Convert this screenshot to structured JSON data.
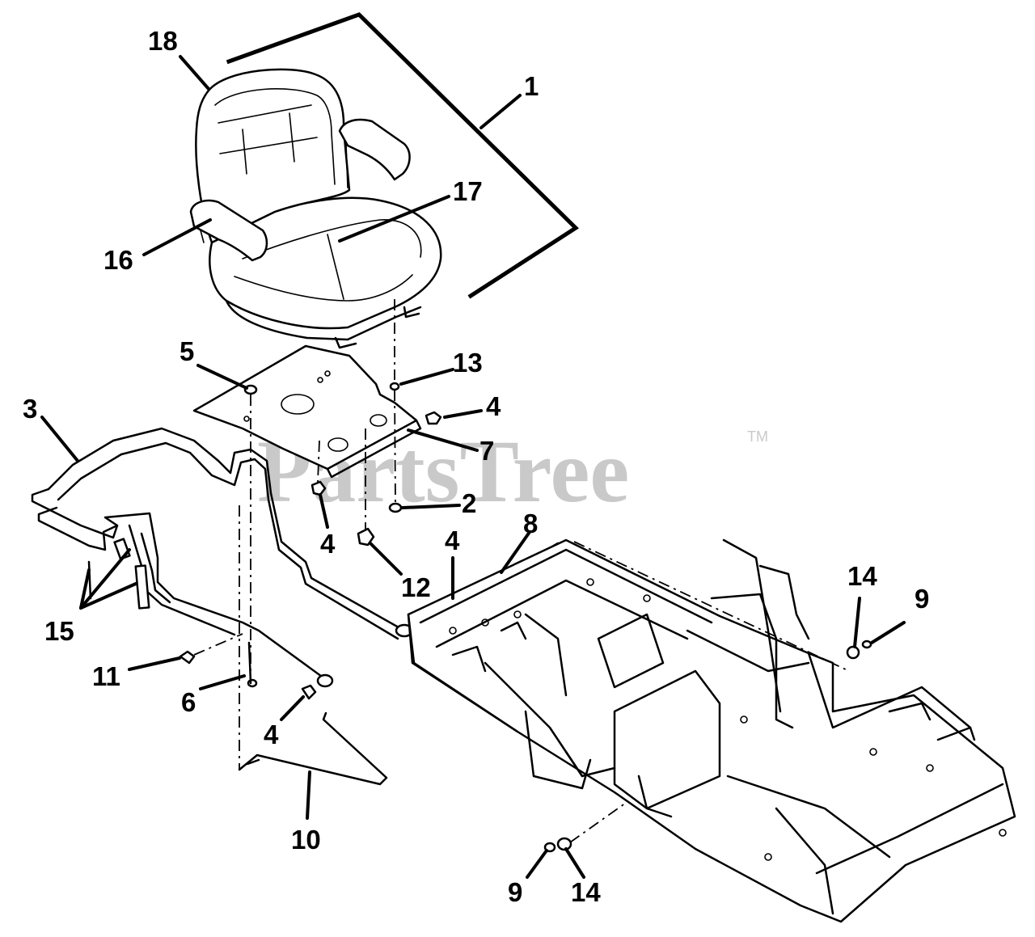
{
  "watermark": {
    "text": "PartsTree",
    "trademark": "TM"
  },
  "callouts": {
    "c1": "1",
    "c2": "2",
    "c3": "3",
    "c4a": "4",
    "c4b": "4",
    "c4c": "4",
    "c4d": "4",
    "c5": "5",
    "c6": "6",
    "c7": "7",
    "c8": "8",
    "c9a": "9",
    "c9b": "9",
    "c10": "10",
    "c11": "11",
    "c12": "12",
    "c13": "13",
    "c14a": "14",
    "c14b": "14",
    "c15": "15",
    "c16": "16",
    "c17": "17",
    "c18": "18"
  }
}
